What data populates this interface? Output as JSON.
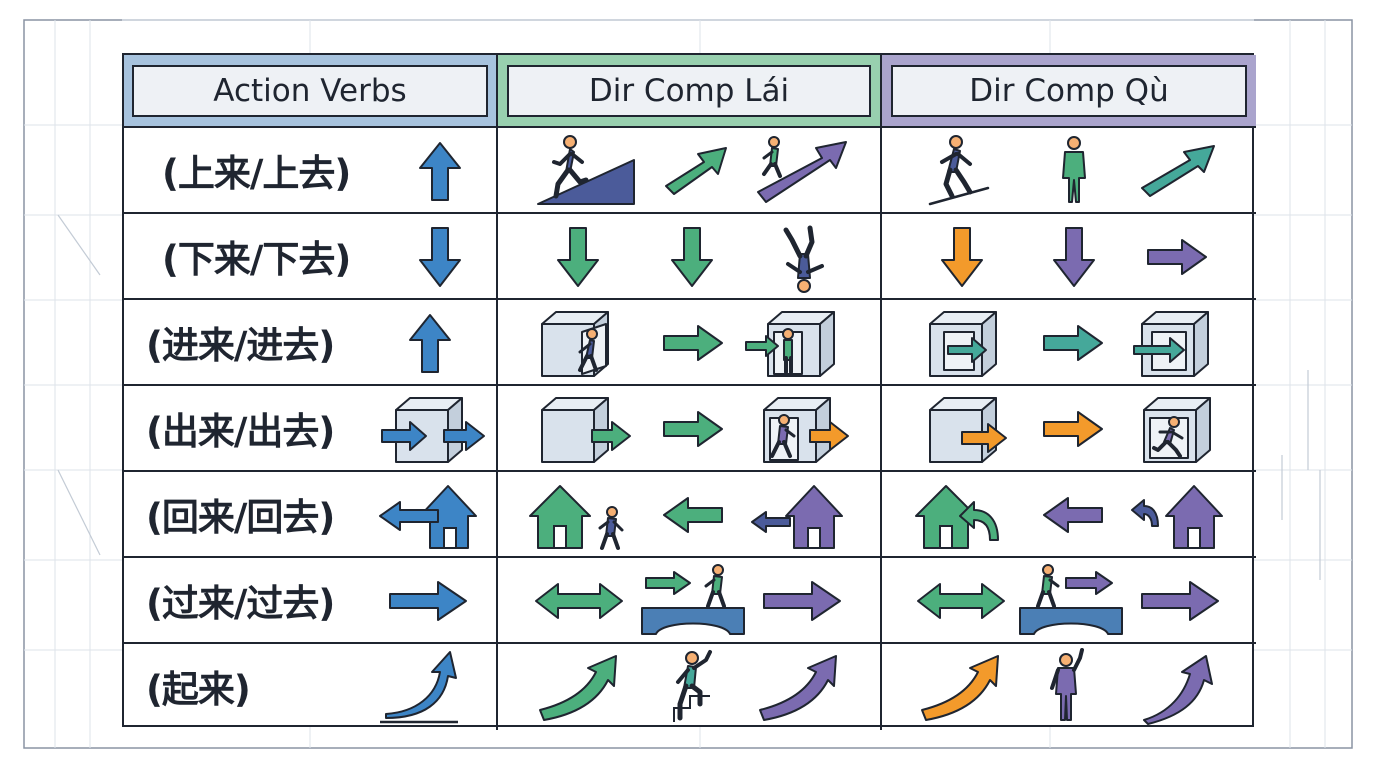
{
  "headers": {
    "action_verbs": "Action Verbs",
    "dir_comp_lai": "Dir Comp Lái",
    "dir_comp_qu": "Dir Comp Qù"
  },
  "rows": [
    {
      "label": "(上来/上去)",
      "verb_icon": "up-arrow-icon",
      "lai_icons": [
        "person-climbing-ramp-icon",
        "up-right-arrow-icon",
        "person-on-rising-arrow-icon"
      ],
      "qu_icons": [
        "person-snowboarding-icon",
        "person-standing-icon",
        "up-right-arrow-icon"
      ]
    },
    {
      "label": "(下来/下去)",
      "verb_icon": "down-arrow-icon",
      "lai_icons": [
        "down-arrow-icon",
        "down-arrow-icon",
        "person-falling-icon"
      ],
      "qu_icons": [
        "down-arrow-icon",
        "down-arrow-icon",
        "right-arrow-icon"
      ]
    },
    {
      "label": "(进来/进去)",
      "verb_icon": "up-arrow-icon",
      "lai_icons": [
        "person-in-box-icon",
        "right-arrow-icon",
        "person-entering-box-icon"
      ],
      "qu_icons": [
        "arrow-into-box-icon",
        "right-arrow-icon",
        "arrow-into-box-icon"
      ]
    },
    {
      "label": "(出来/出去)",
      "verb_icon": "arrow-through-box-icon",
      "lai_icons": [
        "arrow-out-of-box-icon",
        "right-arrow-icon",
        "person-exiting-box-icon"
      ],
      "qu_icons": [
        "arrow-out-of-box-icon",
        "right-arrow-icon",
        "person-running-in-box-icon"
      ]
    },
    {
      "label": "(回来/回去)",
      "verb_icon": "arrow-to-house-icon",
      "lai_icons": [
        "house-with-person-icon",
        "left-arrow-icon",
        "arrow-to-house-icon"
      ],
      "qu_icons": [
        "house-with-curved-arrow-icon",
        "left-arrow-icon",
        "curved-arrow-to-house-icon"
      ]
    },
    {
      "label": "(过来/过去)",
      "verb_icon": "right-arrow-icon",
      "lai_icons": [
        "double-arrow-icon",
        "person-crossing-bridge-icon",
        "right-arrow-icon"
      ],
      "qu_icons": [
        "double-arrow-icon",
        "person-crossing-bridge-icon",
        "right-arrow-icon"
      ]
    },
    {
      "label": "(起来)",
      "verb_icon": "rising-curve-arrow-icon",
      "lai_icons": [
        "rising-curve-arrow-icon",
        "person-stepping-up-icon",
        "rising-curve-arrow-icon"
      ],
      "qu_icons": [
        "rising-curve-arrow-icon",
        "person-raising-hand-icon",
        "rising-curve-arrow-icon"
      ]
    }
  ],
  "colors": {
    "blue": "#3d85c6",
    "green": "#4caf7d",
    "teal": "#45a89a",
    "purple": "#7b6bb0",
    "orange": "#f39a2b",
    "navy": "#4b5b9a",
    "box": "#d9e2ec",
    "outline": "#1f2530",
    "header_blue": "#a7c3de",
    "header_green": "#98d0af",
    "header_purple": "#aaa4cd"
  }
}
